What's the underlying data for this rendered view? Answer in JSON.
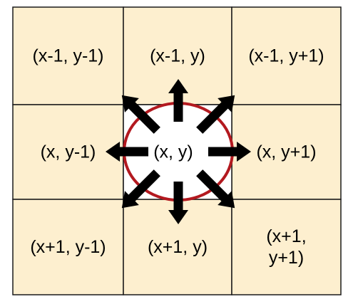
{
  "colors": {
    "cell_fill": "#fdefcf",
    "grid_line": "#1a1a1a",
    "center_fill": "#ffffff",
    "circle_stroke": "#b3191f",
    "arrow_fill": "#000000"
  },
  "cells": [
    {
      "id": "top-left",
      "lines": [
        "(x-1, y-1)"
      ]
    },
    {
      "id": "top-center",
      "lines": [
        "(x-1, y)"
      ]
    },
    {
      "id": "top-right",
      "lines": [
        "(x-1, y+1)"
      ]
    },
    {
      "id": "middle-left",
      "lines": [
        "(x, y-1)"
      ]
    },
    {
      "id": "center",
      "lines": [
        "(x, y)"
      ]
    },
    {
      "id": "middle-right",
      "lines": [
        "(x, y+1)"
      ]
    },
    {
      "id": "bottom-left",
      "lines": [
        "(x+1, y-1)"
      ]
    },
    {
      "id": "bottom-center",
      "lines": [
        "(x+1, y)"
      ]
    },
    {
      "id": "bottom-right",
      "lines": [
        "(x+1,",
        "y+1)"
      ]
    }
  ],
  "arrows": [
    {
      "direction": "north",
      "icon": "arrow-up-icon"
    },
    {
      "direction": "north-east",
      "icon": "arrow-up-right-icon"
    },
    {
      "direction": "east",
      "icon": "arrow-right-icon"
    },
    {
      "direction": "south-east",
      "icon": "arrow-down-right-icon"
    },
    {
      "direction": "south",
      "icon": "arrow-down-icon"
    },
    {
      "direction": "south-west",
      "icon": "arrow-down-left-icon"
    },
    {
      "direction": "west",
      "icon": "arrow-left-icon"
    },
    {
      "direction": "north-west",
      "icon": "arrow-up-left-icon"
    }
  ]
}
